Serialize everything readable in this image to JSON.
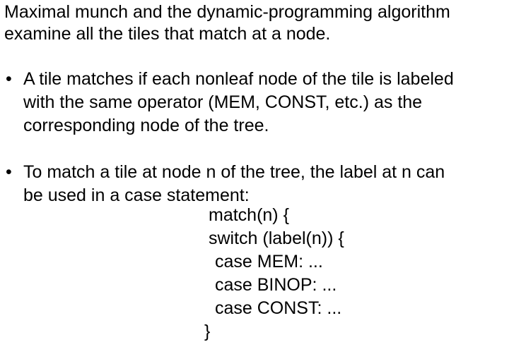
{
  "intro": {
    "line1": "Maximal munch and the dynamic-programming algorithm",
    "line2": "examine all the tiles that match at a node."
  },
  "bullets": [
    {
      "lines": [
        "A tile matches if each nonleaf node of the tile is labeled",
        "with the same operator (MEM, CONST, etc.) as the",
        "corresponding node of the tree."
      ]
    },
    {
      "lines": [
        "To match a tile at node n of the tree, the label at n can",
        "be used in a case statement:"
      ]
    }
  ],
  "bullet_glyph": "•",
  "code": {
    "lines": [
      "match(n) {",
      "switch (label(n)) {",
      "case MEM: ...",
      "case BINOP: ...",
      "case CONST: ...",
      "}"
    ]
  }
}
